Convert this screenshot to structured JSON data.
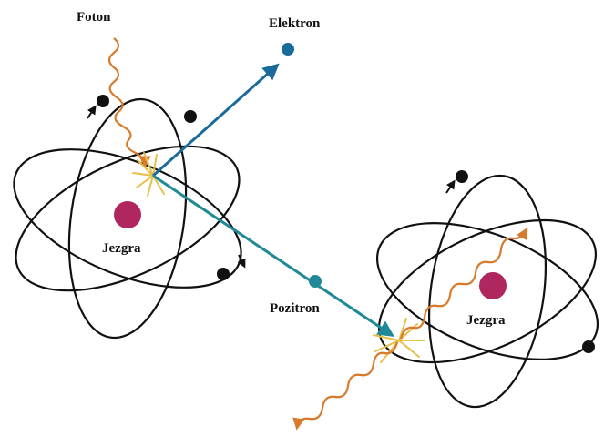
{
  "labels": {
    "photon": "Foton",
    "electron": "Elektron",
    "positron": "Pozitron",
    "nucleus_left": "Jezgra",
    "nucleus_right": "Jezgra"
  },
  "colors": {
    "photon": "#d97a2b",
    "electron": "#1a6b9a",
    "positron": "#1f8a96",
    "nucleus": "#b0275f",
    "orbit": "#111111",
    "flash": "#e6c04a",
    "background": "#ffffff"
  }
}
